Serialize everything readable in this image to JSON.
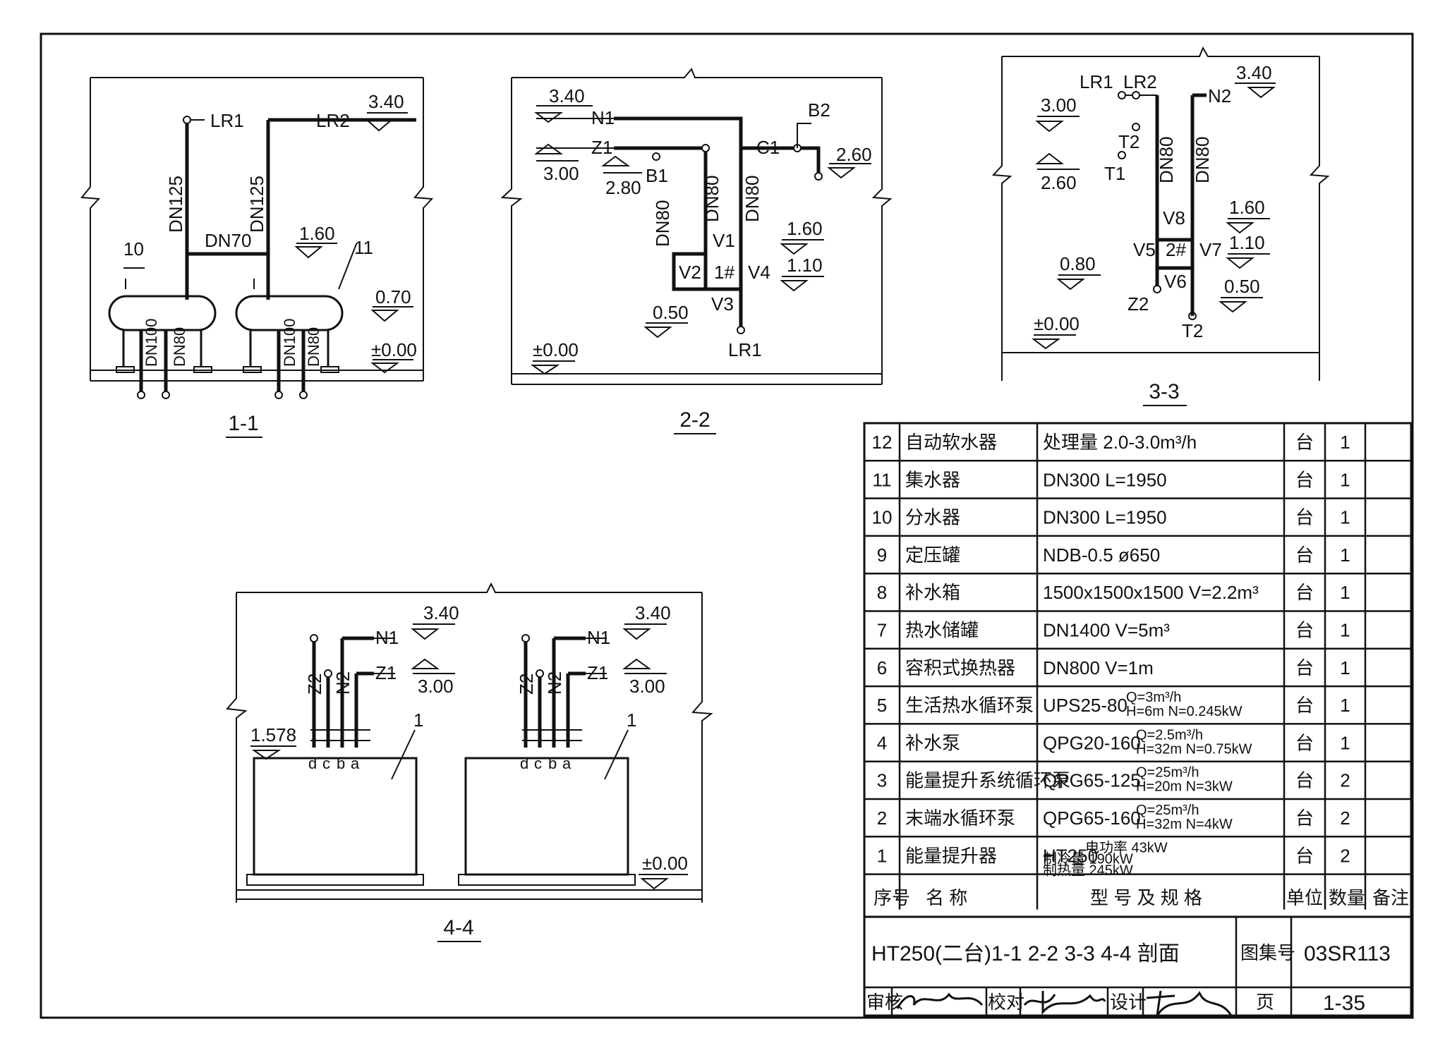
{
  "drawing": {
    "title": "HT250(二台)1-1 2-2 3-3 4-4 剖面",
    "atlas_label": "图集号",
    "atlas_no": "03SR113",
    "page_label": "页",
    "page_no": "1-35",
    "review_label": "审核",
    "check_label": "校对",
    "design_label": "设计"
  },
  "sections": {
    "s11": {
      "caption": "1-1",
      "labels": [
        "LR1",
        "LR2",
        "DN125",
        "DN125",
        "DN70",
        "10",
        "11",
        "DN100",
        "DN80",
        "DN100",
        "DN80"
      ],
      "elevations": [
        "3.40",
        "1.60",
        "0.70",
        "±0.00"
      ]
    },
    "s22": {
      "caption": "2-2",
      "labels": [
        "N1",
        "Z1",
        "B1",
        "B2",
        "C1",
        "DN80",
        "DN80",
        "DN80",
        "V1",
        "V2",
        "1#",
        "V4",
        "V3",
        "LR1"
      ],
      "elevations": [
        "3.40",
        "3.00",
        "2.80",
        "2.60",
        "1.60",
        "1.10",
        "0.50",
        "±0.00"
      ]
    },
    "s33": {
      "caption": "3-3",
      "labels": [
        "LR1",
        "LR2",
        "N2",
        "T2",
        "T1",
        "DN80",
        "DN80",
        "V8",
        "V5",
        "2#",
        "V7",
        "V6",
        "Z2",
        "T2"
      ],
      "elevations": [
        "3.40",
        "3.00",
        "2.60",
        "1.60",
        "1.10",
        "0.80",
        "0.50",
        "±0.00"
      ]
    },
    "s44": {
      "caption": "4-4",
      "labels": [
        "N1",
        "Z1",
        "Z2",
        "N2",
        "N1",
        "Z1",
        "Z2",
        "N2",
        "1",
        "1",
        "d",
        "c",
        "b",
        "a",
        "d",
        "c",
        "b",
        "a"
      ],
      "elevations": [
        "3.40",
        "3.00",
        "3.40",
        "3.00",
        "1.578",
        "±0.00"
      ]
    }
  },
  "table": {
    "headers": [
      "序号",
      "名 称",
      "型 号 及 规 格",
      "单位",
      "数量",
      "备注"
    ],
    "rows": [
      {
        "no": "12",
        "name": "自动软水器",
        "spec": "处理量 2.0-3.0m³/h",
        "spec2": "",
        "unit": "台",
        "qty": "1"
      },
      {
        "no": "11",
        "name": "集水器",
        "spec": "DN300  L=1950",
        "spec2": "",
        "unit": "台",
        "qty": "1"
      },
      {
        "no": "10",
        "name": "分水器",
        "spec": "DN300  L=1950",
        "spec2": "",
        "unit": "台",
        "qty": "1"
      },
      {
        "no": "9",
        "name": "定压罐",
        "spec": "NDB-0.5  ø650",
        "spec2": "",
        "unit": "台",
        "qty": "1"
      },
      {
        "no": "8",
        "name": "补水箱",
        "spec": "1500x1500x1500  V=2.2m³",
        "spec2": "",
        "unit": "台",
        "qty": "1"
      },
      {
        "no": "7",
        "name": "热水储罐",
        "spec": "DN1400  V=5m³",
        "spec2": "",
        "unit": "台",
        "qty": "1"
      },
      {
        "no": "6",
        "name": "容积式换热器",
        "spec": "DN800  V=1m",
        "spec2": "",
        "unit": "台",
        "qty": "1"
      },
      {
        "no": "5",
        "name": "生活热水循环泵",
        "spec": "UPS25-80",
        "spec2": "Q=3m³/h|H=6m N=0.245kW",
        "unit": "台",
        "qty": "1"
      },
      {
        "no": "4",
        "name": "补水泵",
        "spec": "QPG20-160",
        "spec2": "Q=2.5m³/h|H=32m N=0.75kW",
        "unit": "台",
        "qty": "1"
      },
      {
        "no": "3",
        "name": "能量提升系统循环泵",
        "spec": "QPG65-125",
        "spec2": "Q=25m³/h|H=20m   N=3kW",
        "unit": "台",
        "qty": "2"
      },
      {
        "no": "2",
        "name": "末端水循环泵",
        "spec": "QPG65-160",
        "spec2": "Q=25m³/h|H=32m   N=4kW",
        "unit": "台",
        "qty": "2"
      },
      {
        "no": "1",
        "name": "能量提升器",
        "spec": "HT250",
        "spec2": "电功率  43kW|制冷量  190kW|制热量  245kW",
        "unit": "台",
        "qty": "2"
      }
    ]
  }
}
